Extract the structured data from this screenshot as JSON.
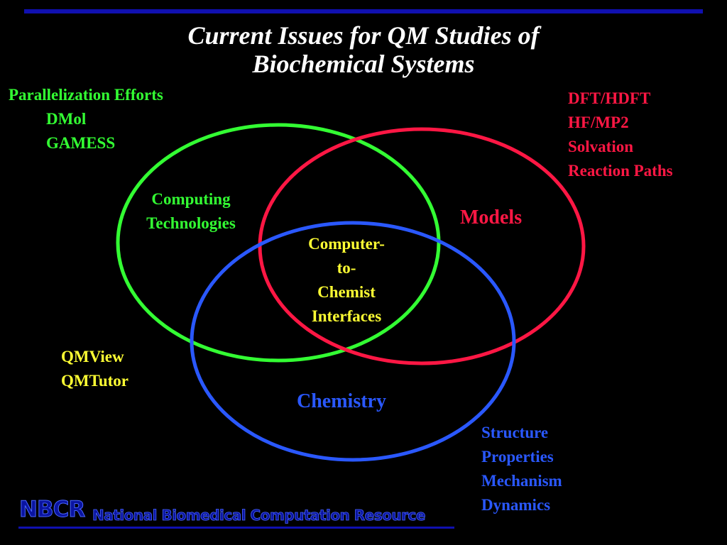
{
  "title": {
    "line1": "Current Issues for QM Studies of",
    "line2": "Biochemical Systems"
  },
  "circles": {
    "computing": {
      "label_line1": "Computing",
      "label_line2": "Technologies",
      "color": "#33ff33"
    },
    "models": {
      "label": "Models",
      "color": "#ff1744"
    },
    "chemistry": {
      "label": "Chemistry",
      "color": "#2a58ff"
    },
    "intersection": {
      "lines": [
        "Computer-",
        "to-",
        "Chemist",
        "Interfaces"
      ],
      "color": "#ffff33"
    }
  },
  "parallelization": {
    "heading": "Parallelization Efforts",
    "items": [
      "DMol",
      "GAMESS"
    ]
  },
  "models_list": [
    "DFT/HDFT",
    "HF/MP2",
    "Solvation",
    "Reaction Paths"
  ],
  "tools_list": [
    "QMView",
    "QMTutor"
  ],
  "chemistry_list": [
    "Structure",
    "Properties",
    "Mechanism",
    "Dynamics"
  ],
  "footer": {
    "logo": "NBCR",
    "name": "National Biomedical Computation Resource",
    "color": "#1010b0"
  }
}
